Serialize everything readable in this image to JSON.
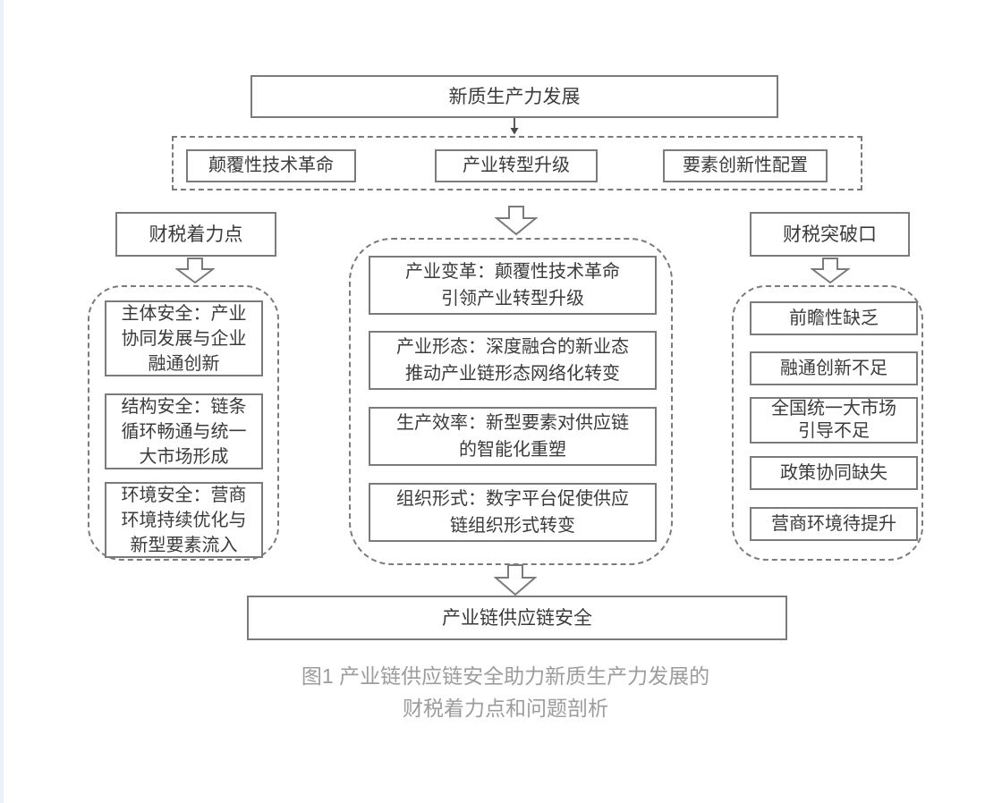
{
  "figure": {
    "top_box": "新质生产力发展",
    "bottom_box": "产业链供应链安全",
    "caption": "图1 产业链供应链安全助力新质生产力发展的\n财税着力点和问题剖析"
  },
  "drivers": {
    "items": [
      {
        "text": "颠覆性技术革命"
      },
      {
        "text": "产业转型升级"
      },
      {
        "text": "要素创新性配置"
      }
    ]
  },
  "left": {
    "header": "财税着力点",
    "items": [
      {
        "text": "主体安全：产业\n协同发展与企业\n融通创新"
      },
      {
        "text": "结构安全：链条\n循环畅通与统一\n大市场形成"
      },
      {
        "text": "环境安全：营商\n环境持续优化与\n新型要素流入"
      }
    ]
  },
  "center": {
    "items": [
      {
        "text": "产业变革：颠覆性技术革命\n引领产业转型升级"
      },
      {
        "text": "产业形态：深度融合的新业态\n推动产业链形态网络化转变"
      },
      {
        "text": "生产效率：新型要素对供应链\n的智能化重塑"
      },
      {
        "text": "组织形式：数字平台促使供应\n链组织形式转变"
      }
    ]
  },
  "right": {
    "header": "财税突破口",
    "items": [
      {
        "text": "前瞻性缺乏"
      },
      {
        "text": "融通创新不足"
      },
      {
        "text": "全国统一大市场\n引导不足"
      },
      {
        "text": "政策协同缺失"
      },
      {
        "text": "营商环境待提升"
      }
    ]
  },
  "colors": {
    "border": "#7b7b7b",
    "box_text": "#3b3b3b",
    "caption_text": "#9c9c9c",
    "background": "#ffffff",
    "left_edge_strip": "#ebf2fc"
  }
}
